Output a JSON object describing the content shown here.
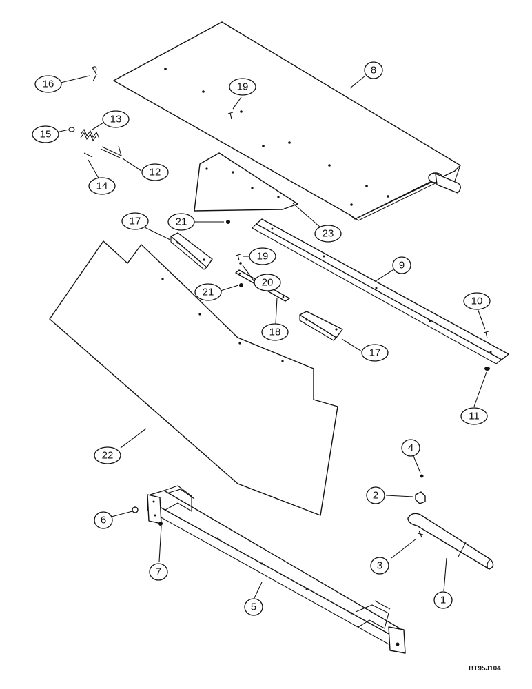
{
  "diagram": {
    "reference_code": "BT95J104",
    "callouts": [
      {
        "id": "c16",
        "label": "16"
      },
      {
        "id": "c8",
        "label": "8"
      },
      {
        "id": "c19a",
        "label": "19"
      },
      {
        "id": "c13",
        "label": "13"
      },
      {
        "id": "c15",
        "label": "15"
      },
      {
        "id": "c12",
        "label": "12"
      },
      {
        "id": "c14",
        "label": "14"
      },
      {
        "id": "c17a",
        "label": "17"
      },
      {
        "id": "c21a",
        "label": "21"
      },
      {
        "id": "c23",
        "label": "23"
      },
      {
        "id": "c19b",
        "label": "19"
      },
      {
        "id": "c9",
        "label": "9"
      },
      {
        "id": "c20",
        "label": "20"
      },
      {
        "id": "c21b",
        "label": "21"
      },
      {
        "id": "c10",
        "label": "10"
      },
      {
        "id": "c18",
        "label": "18"
      },
      {
        "id": "c17b",
        "label": "17"
      },
      {
        "id": "c11",
        "label": "11"
      },
      {
        "id": "c22",
        "label": "22"
      },
      {
        "id": "c4",
        "label": "4"
      },
      {
        "id": "c2",
        "label": "2"
      },
      {
        "id": "c6",
        "label": "6"
      },
      {
        "id": "c3",
        "label": "3"
      },
      {
        "id": "c7",
        "label": "7"
      },
      {
        "id": "c1",
        "label": "1"
      },
      {
        "id": "c5",
        "label": "5"
      }
    ]
  }
}
